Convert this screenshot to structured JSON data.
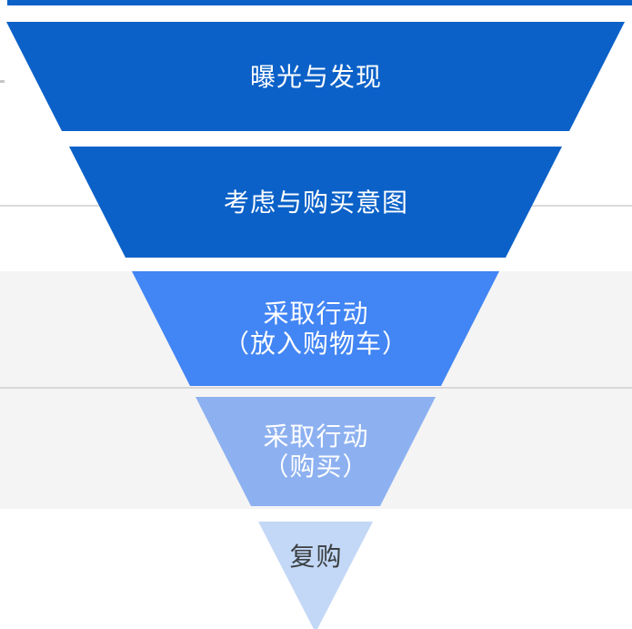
{
  "diagram": {
    "type": "funnel",
    "stages": [
      {
        "id": "exposure-discovery",
        "lines": [
          "曝光与发现"
        ],
        "color": "#0B61C8",
        "text_color": "#FFFFFF"
      },
      {
        "id": "consideration-intent",
        "lines": [
          "考虑与购买意图"
        ],
        "color": "#0B61C8",
        "text_color": "#FFFFFF"
      },
      {
        "id": "action-add-to-cart",
        "lines": [
          "采取行动",
          "（放入购物车）"
        ],
        "color": "#4285F4",
        "text_color": "#FFFFFF"
      },
      {
        "id": "action-purchase",
        "lines": [
          "采取行动",
          "（购买）"
        ],
        "color": "#8DB1F0",
        "text_color": "#FFFFFF"
      },
      {
        "id": "repurchase",
        "lines": [
          "复购"
        ],
        "color": "#C3D8F6",
        "text_color": "#3C4043"
      }
    ]
  },
  "background": {
    "top_bar_color": "#0B61C8",
    "stripe_color": "#F4F4F4",
    "gridline_color": "#DADADA",
    "gridline_on_stripe_color": "#D7D7D7",
    "tick_color": "#C6C6C6",
    "page_color": "#FFFFFF"
  }
}
